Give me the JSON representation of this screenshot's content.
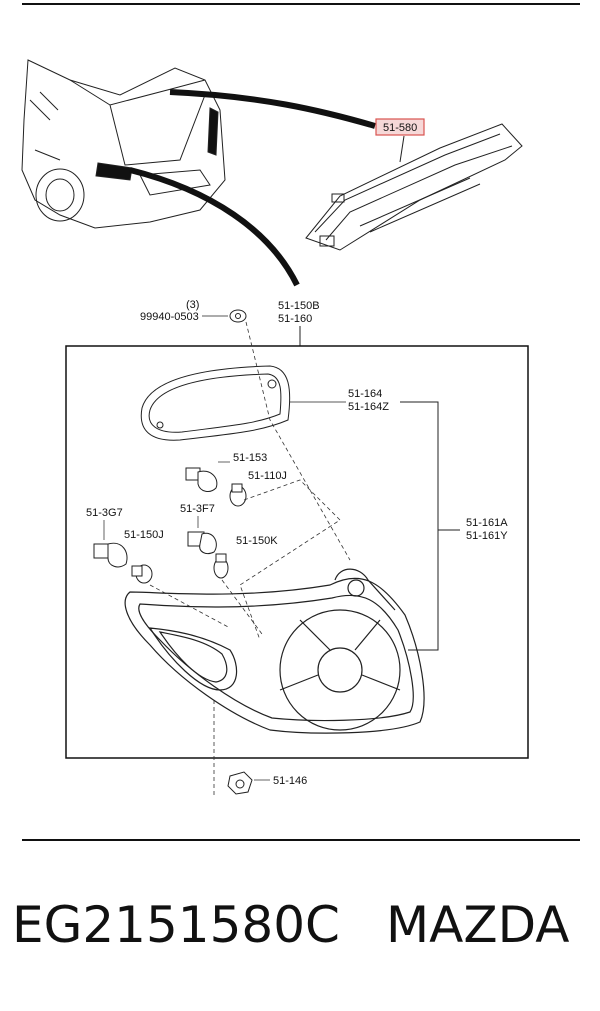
{
  "callouts": {
    "highlight": "51-580",
    "qty": "(3)",
    "clip": "99940-0503",
    "set_a": "51-150B",
    "set_b": "51-160",
    "gasket_a": "51-164",
    "gasket_b": "51-164Z",
    "socket_153": "51-153",
    "bulb_110j": "51-110J",
    "socket_3g7": "51-3G7",
    "socket_3f7": "51-3F7",
    "bulb_150j": "51-150J",
    "bulb_150k": "51-150K",
    "lamp_a": "51-161A",
    "lamp_b": "51-161Y",
    "nut_146": "51-146"
  },
  "footer": {
    "part_number": "EG2151580C",
    "brand": "MAZDA"
  },
  "colors": {
    "highlight_stroke": "#d9534f",
    "highlight_fill": "#f6d8d8",
    "line": "#111111"
  }
}
